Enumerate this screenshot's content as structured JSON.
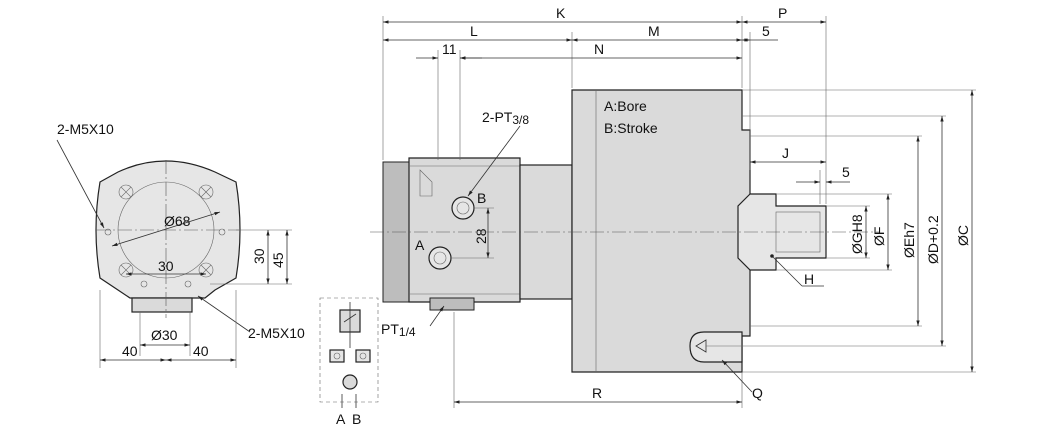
{
  "dimensions": {
    "K": "K",
    "L": "L",
    "M": "M",
    "N": "N",
    "P": "P",
    "five_top": "5",
    "eleven": "11",
    "J": "J",
    "five_j": "5",
    "R": "R",
    "Q": "Q",
    "H": "H",
    "twenty_eight": "28"
  },
  "diameters": {
    "GH8": "ØGH8",
    "F": "ØF",
    "Eh7": "ØEh7",
    "D": "ØD+0.2",
    "C": "ØC"
  },
  "notes": {
    "bore": "A:Bore",
    "stroke": "B:Stroke"
  },
  "ports": {
    "pt38_prefix": "2-PT",
    "pt38_sub": "3/8",
    "pt14_prefix": "PT",
    "pt14_sub": "1/4",
    "port_a": "A",
    "port_b": "B"
  },
  "front_view": {
    "m5_top": "2-M5X10",
    "m5_bottom": "2-M5X10",
    "dia68": "Ø68",
    "thirty_h": "30",
    "thirty_v": "30",
    "forty_five": "45",
    "dia30": "Ø30",
    "forty_left": "40",
    "forty_right": "40"
  },
  "schematic": {
    "a": "A",
    "b": "B"
  }
}
